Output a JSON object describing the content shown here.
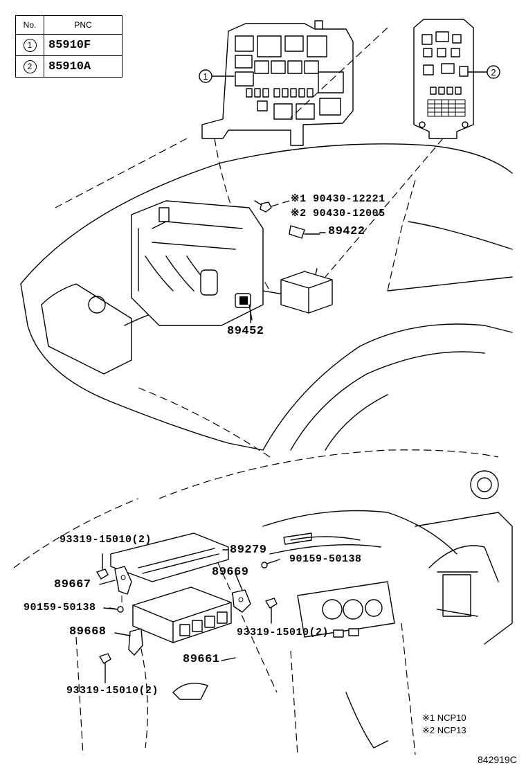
{
  "table": {
    "headers": {
      "no": "No.",
      "pnc": "PNC"
    },
    "rows": [
      {
        "no": "1",
        "pnc": "85910F"
      },
      {
        "no": "2",
        "pnc": "85910A"
      }
    ]
  },
  "callouts": {
    "c1": "1",
    "c2": "2"
  },
  "parts": {
    "p90430_12221": "※1 90430-12221",
    "p90430_12005": "※2 90430-12005",
    "p89422": "89422",
    "p89452": "89452",
    "p93319_a": "93319-15010(2)",
    "p89279": "89279",
    "p90159_a": "90159-50138",
    "p89667": "89667",
    "p89669": "89669",
    "p90159_b": "90159-50138",
    "p89668": "89668",
    "p93319_b": "93319-15010(2)",
    "p89661": "89661",
    "p93319_c": "93319-15010(2)"
  },
  "legend": {
    "n1": "※1 NCP10",
    "n2": "※2 NCP13"
  },
  "figure_id": "842919C"
}
